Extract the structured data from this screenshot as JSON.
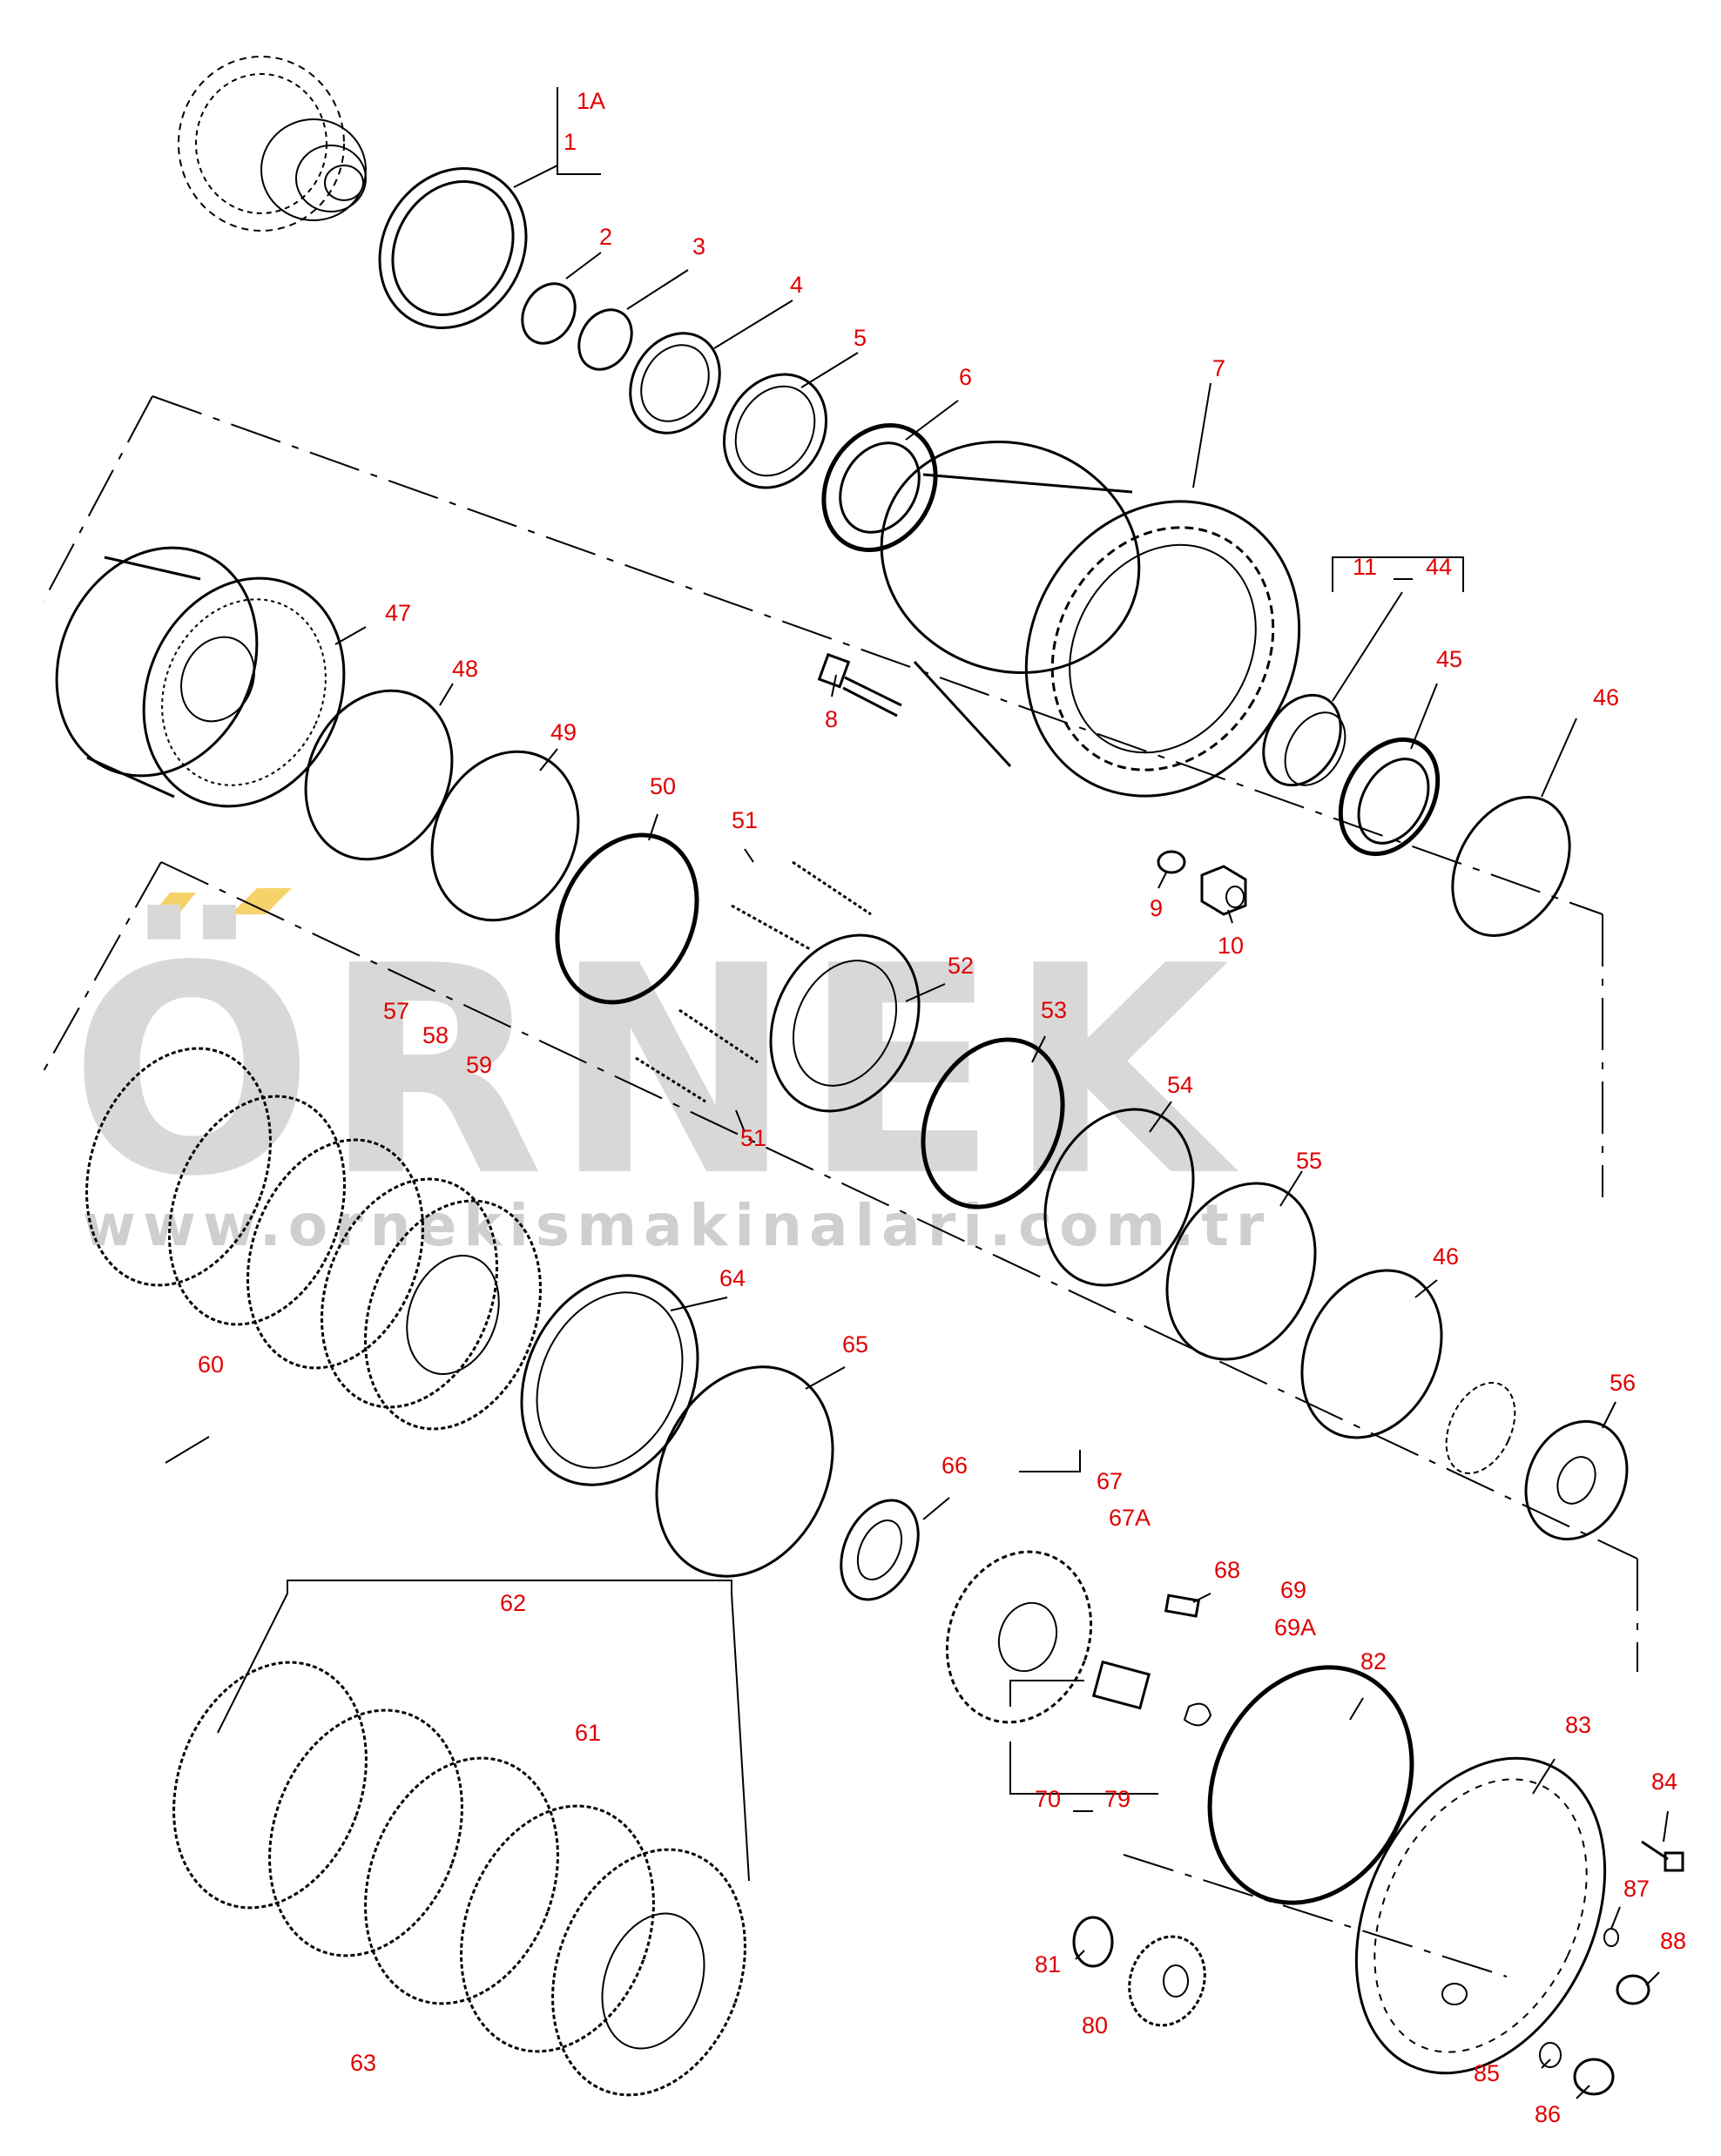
{
  "watermark": {
    "brand": "ÖRNEK",
    "url": "www.ornekismakinalari.com.tr",
    "accent_color": "#f5d36a"
  },
  "callouts": [
    "1A",
    "1",
    "2",
    "3",
    "4",
    "5",
    "6",
    "7",
    "8",
    "9",
    "10",
    "11",
    "44",
    "45",
    "46",
    "47",
    "48",
    "49",
    "50",
    "51",
    "51",
    "52",
    "53",
    "54",
    "55",
    "46",
    "56",
    "57",
    "58",
    "59",
    "60",
    "64",
    "65",
    "66",
    "67",
    "67A",
    "68",
    "69",
    "69A",
    "82",
    "62",
    "61",
    "63",
    "70",
    "79",
    "83",
    "84",
    "87",
    "88",
    "81",
    "80",
    "85",
    "86"
  ],
  "colors": {
    "callout": "#e00000",
    "ink": "#000000",
    "background": "#ffffff"
  }
}
